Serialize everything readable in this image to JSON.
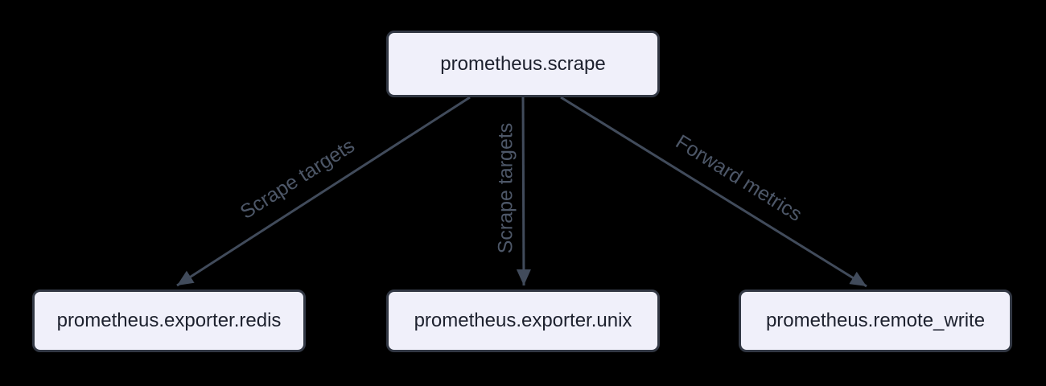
{
  "diagram": {
    "type": "flowchart",
    "direction": "top-down",
    "nodes": [
      {
        "id": "prometheus-scrape",
        "label": "prometheus.scrape"
      },
      {
        "id": "prometheus-exporter-redis",
        "label": "prometheus.exporter.redis"
      },
      {
        "id": "prometheus-exporter-unix",
        "label": "prometheus.exporter.unix"
      },
      {
        "id": "prometheus-remote-write",
        "label": "prometheus.remote_write"
      }
    ],
    "edges": [
      {
        "from": "prometheus.scrape",
        "to": "prometheus.exporter.redis",
        "label": "Scrape targets"
      },
      {
        "from": "prometheus.scrape",
        "to": "prometheus.exporter.unix",
        "label": "Scrape targets"
      },
      {
        "from": "prometheus.scrape",
        "to": "prometheus.remote_write",
        "label": "Forward metrics"
      }
    ],
    "colors": {
      "background": "#000000",
      "node_fill": "#f0f0fa",
      "node_border": "#323844",
      "node_text": "#1d212e",
      "edge": "#414b5b",
      "edge_label": "#4d5768"
    }
  }
}
